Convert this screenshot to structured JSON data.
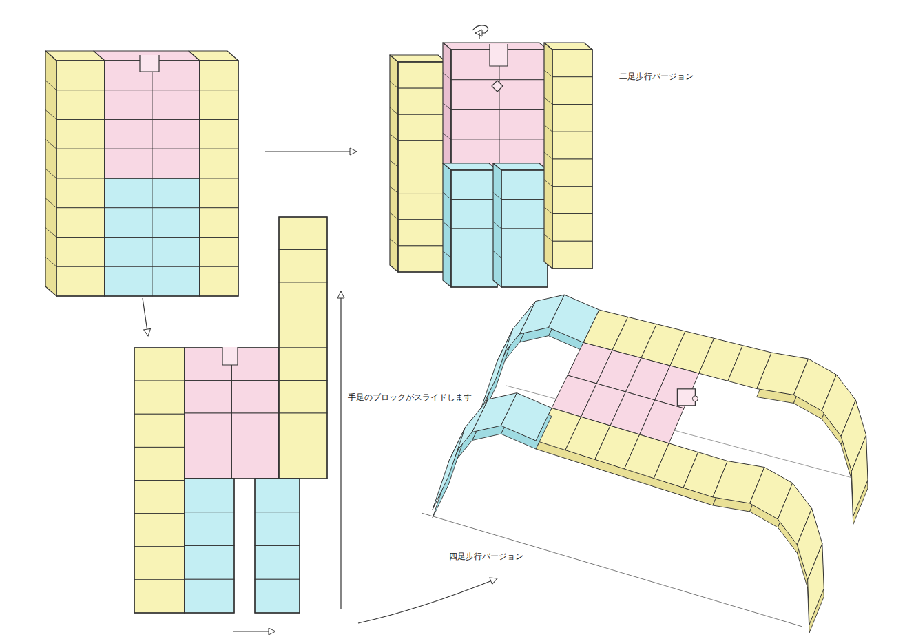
{
  "diagram": {
    "labels": [
      "二足歩行バージョン",
      "手足のブロックがスライドします",
      "四足歩行バージョン"
    ]
  }
}
